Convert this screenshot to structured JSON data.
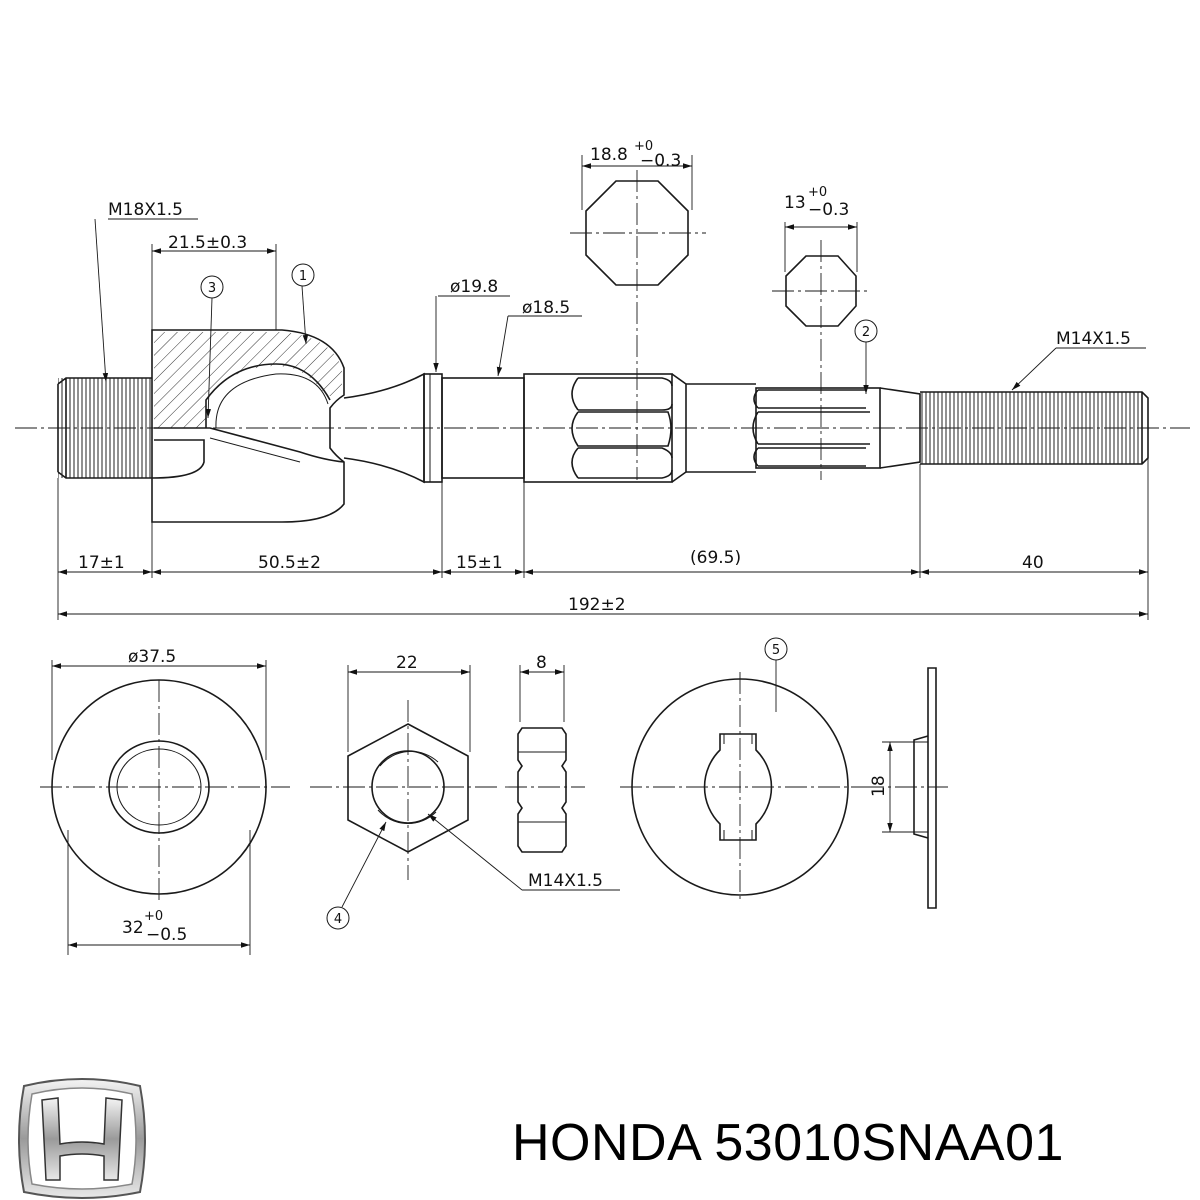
{
  "drawing": {
    "thread_left": "M18X1.5",
    "thread_right": "M14X1.5",
    "dim_21_5": "21.5±0.3",
    "dim_dia_19_8": "ø19.8",
    "dim_dia_18_5": "ø18.5",
    "hex_large_nominal": "18.8",
    "hex_small_nominal": "13",
    "tol_plus_0": "+0",
    "tol_minus_0_3": "−0.3",
    "tol_minus_0_5": "−0.5",
    "dim_17": "17±1",
    "dim_50_5": "50.5±2",
    "dim_15": "15±1",
    "dim_69_5": "(69.5)",
    "dim_40": "40",
    "dim_192": "192±2",
    "dim_dia_37_5": "ø37.5",
    "dim_32_nominal": "32",
    "dim_22": "22",
    "dim_8": "8",
    "dim_18": "18",
    "nut_thread": "M14X1.5",
    "callouts": [
      "1",
      "2",
      "3",
      "4",
      "5"
    ]
  },
  "brand": {
    "logo_icon": "honda-h-logo-icon",
    "title": "HONDA 53010SNAA01"
  }
}
